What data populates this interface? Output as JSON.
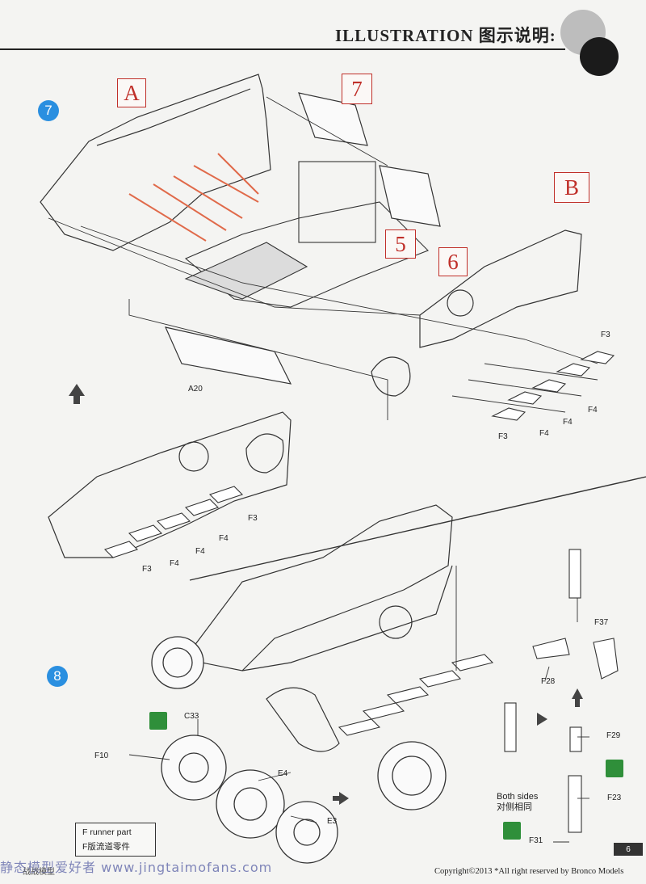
{
  "header": {
    "title": "ILLUSTRATION 图示说明:"
  },
  "steps": {
    "step7": "7",
    "step8": "8"
  },
  "callouts": {
    "a": "A",
    "seven": "7",
    "b": "B",
    "five": "5",
    "six": "6"
  },
  "parts": {
    "a20": "A20",
    "f3": "F3",
    "f4": "F4",
    "f37": "F37",
    "f28": "F28",
    "f29": "F29",
    "f23": "F23",
    "f31": "F31",
    "f10": "F10",
    "c33": "C33",
    "e4": "E4",
    "e3": "E3"
  },
  "notes": {
    "both_sides_en": "Both sides",
    "both_sides_cn": "对侧相同",
    "runner_en": "runner part",
    "runner_cn": "版流道零件",
    "runner_letter": "F"
  },
  "footer": {
    "copyright": "Copyright©2013  *All right reserved by Bronco Models",
    "page": "6",
    "left": "战战模型",
    "watermark": "静态模型爱好者 www.jingtaimofans.com"
  },
  "colors": {
    "callout": "#c0302a",
    "step_badge": "#2a8fe0",
    "icon_green": "#2f8f3a",
    "rod": "#e06a4a"
  },
  "icons": {
    "glue": "glue-icon",
    "arrow_up": "arrow-up-icon",
    "arrow_right": "arrow-right-icon"
  }
}
